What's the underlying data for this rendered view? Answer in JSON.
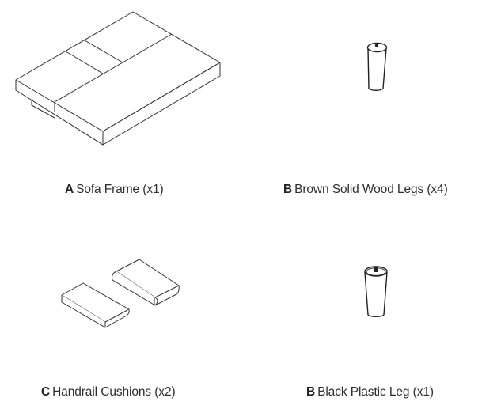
{
  "parts": [
    {
      "id": "A",
      "letter": "A",
      "label": "Sofa Frame (x1)",
      "icon": "sofa-frame-icon"
    },
    {
      "id": "B1",
      "letter": "B",
      "label": "Brown Solid Wood Legs (x4)",
      "icon": "wood-leg-icon"
    },
    {
      "id": "C",
      "letter": "C",
      "label": "Handrail Cushions (x2)",
      "icon": "handrail-cushions-icon"
    },
    {
      "id": "B2",
      "letter": "B",
      "label": "Black Plastic Leg (x1)",
      "icon": "plastic-leg-icon"
    }
  ],
  "colors": {
    "line": "#333333",
    "text": "#2e2e2e",
    "background": "#ffffff"
  }
}
